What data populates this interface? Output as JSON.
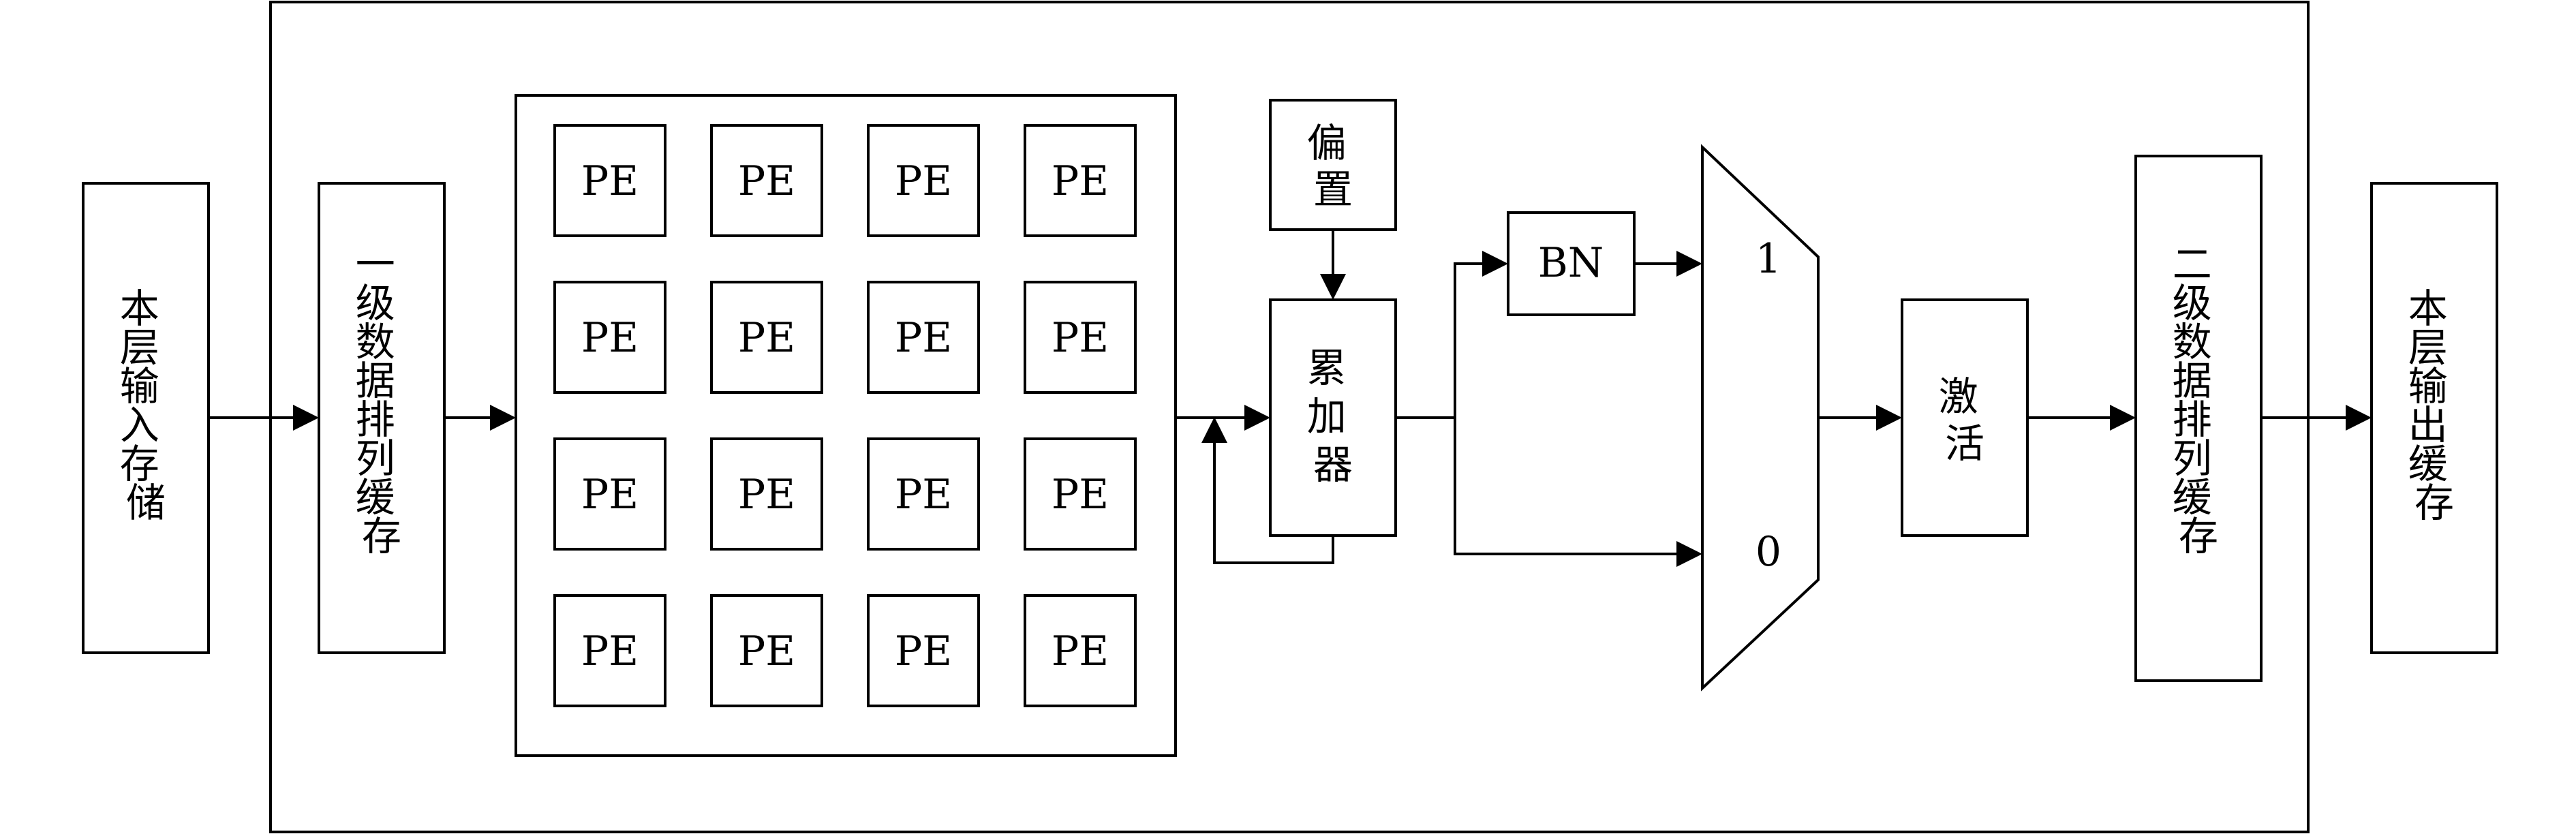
{
  "input_storage": [
    "本",
    "层",
    "输",
    "入",
    "存",
    "储"
  ],
  "buffer1": [
    "一",
    "级",
    "数",
    "据",
    "排",
    "列",
    "缓",
    "存"
  ],
  "pe_grid": [
    [
      "PE",
      "PE",
      "PE",
      "PE"
    ],
    [
      "PE",
      "PE",
      "PE",
      "PE"
    ],
    [
      "PE",
      "PE",
      "PE",
      "PE"
    ],
    [
      "PE",
      "PE",
      "PE",
      "PE"
    ]
  ],
  "bias": [
    "偏",
    "置"
  ],
  "accumulator": [
    "累",
    "加",
    "器"
  ],
  "bn": "BN",
  "mux": {
    "in1": "1",
    "in0": "0"
  },
  "activation": [
    "激",
    "活"
  ],
  "buffer2": [
    "二",
    "级",
    "数",
    "据",
    "排",
    "列",
    "缓",
    "存"
  ],
  "output_buffer": [
    "本",
    "层",
    "输",
    "出",
    "缓",
    "存"
  ]
}
